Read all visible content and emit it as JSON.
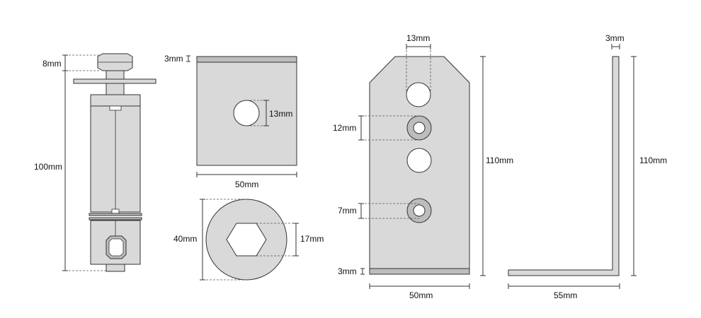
{
  "bolt": {
    "head_height": "8mm",
    "total_length": "100mm"
  },
  "square_plate": {
    "thickness": "3mm",
    "hole_diameter": "13mm",
    "width": "50mm"
  },
  "round_nut": {
    "diameter": "40mm",
    "hex_size": "17mm"
  },
  "bracket_front": {
    "top_hole": "13mm",
    "upper_small_hole": "12mm",
    "lower_small_hole": "7mm",
    "thickness": "3mm",
    "height": "110mm",
    "width": "50mm"
  },
  "bracket_side": {
    "thickness": "3mm",
    "height": "110mm",
    "leg_length": "55mm"
  },
  "colors": {
    "part_fill": "#d9d9d9",
    "outline": "#333333"
  }
}
